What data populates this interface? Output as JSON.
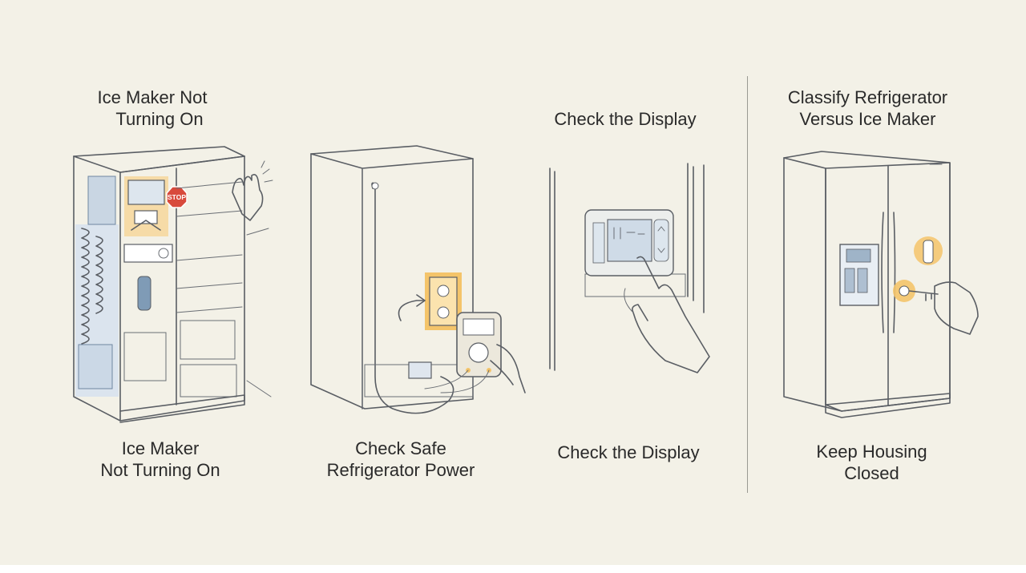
{
  "panels": [
    {
      "top_lines": [
        "Ice Maker Not",
        "Turning On"
      ],
      "bottom_lines": [
        "Ice Maker",
        "Not Turning On"
      ],
      "sign_text": "STOP"
    },
    {
      "top_lines": [],
      "bottom_lines": [
        "Check Safe",
        "Refrigerator Power"
      ]
    },
    {
      "top_lines": [
        "Check the Display"
      ],
      "bottom_lines": [
        "Check the Display"
      ]
    },
    {
      "top_lines": [
        "Classify Refrigerator",
        "Versus Ice Maker"
      ],
      "bottom_lines": [
        "Keep Housing",
        "Closed"
      ]
    }
  ],
  "colors": {
    "background": "#f3f1e7",
    "accent": "#f4c46a",
    "sign": "#d84a3c",
    "appliance_blue": "#c9d6e3",
    "line": "#5a5e64"
  },
  "icons": [
    "stop-sign-icon",
    "hand-icon",
    "multimeter-icon",
    "outlet-icon",
    "key-icon",
    "water-filter-icon"
  ]
}
